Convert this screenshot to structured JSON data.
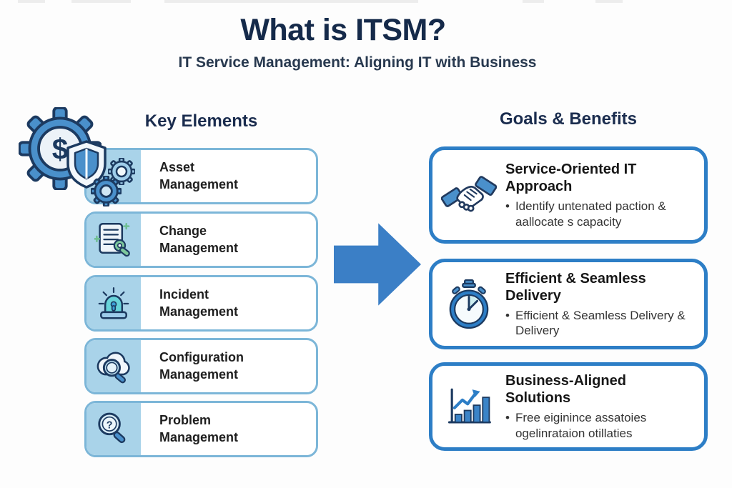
{
  "header": {
    "title": "What is ITSM?",
    "subtitle": "IT Service Management: Aligning IT with Business"
  },
  "key_elements": {
    "heading": "Key Elements",
    "items": [
      {
        "label": "Asset Management",
        "icon": "gears-icon"
      },
      {
        "label": "Change Management",
        "icon": "document-wrench-icon"
      },
      {
        "label": "Incident Management",
        "icon": "alarm-siren-icon"
      },
      {
        "label": "Configuration Management",
        "icon": "cloud-magnifier-icon"
      },
      {
        "label": "Problem Management",
        "icon": "magnifier-question-icon"
      }
    ]
  },
  "goals_benefits": {
    "heading": "Goals & Benefits",
    "bullet_char": "•",
    "items": [
      {
        "title": "Service-Oriented IT Approach",
        "bullet": "Identify untenated paction & aallocate s capacity",
        "icon": "handshake-icon"
      },
      {
        "title": "Efficient & Seamless Delivery",
        "bullet": "Efficient & Seamless Delivery & Delivery",
        "icon": "stopwatch-icon"
      },
      {
        "title": "Business-Aligned Solutions",
        "bullet": "Free eiginince assatoies ogelinrataion otillaties",
        "icon": "growth-chart-icon"
      }
    ]
  },
  "decoration": {
    "icon": "gear-dollar-shield-icon"
  },
  "arrow_icon": "right-arrow-icon",
  "colors": {
    "accent_blue": "#3b7fc6",
    "right_box_border": "#2d7ec6",
    "left_box_border": "#7cb6d8",
    "icon_panel_bg": "#a9d3e9",
    "heading_navy": "#1a2c4e",
    "wrench_green": "#7dc79c",
    "siren_teal": "#68d4da"
  }
}
